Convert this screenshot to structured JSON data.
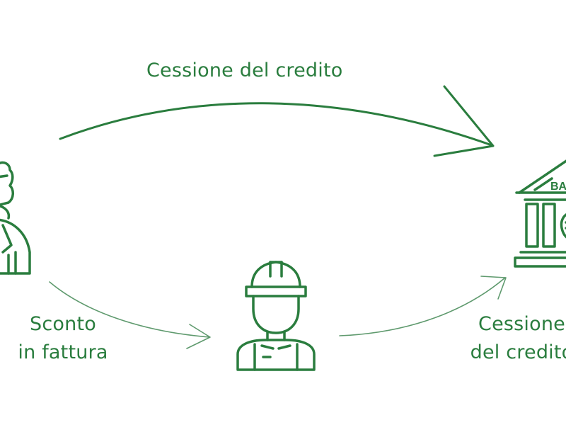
{
  "labels": {
    "top": "Cessione del credito",
    "left_line1": "Sconto",
    "left_line2": "in fattura",
    "right_line1": "Cessione",
    "right_line2": "del credito",
    "bank_sign": "BA"
  },
  "icons": {
    "person": "homeowner-icon",
    "worker": "construction-worker-icon",
    "bank": "bank-icon"
  },
  "colors": {
    "stroke": "#2a7d3e",
    "text": "#2a7d3e",
    "arrow_light": "#5f9a6e",
    "background": "#ffffff"
  }
}
